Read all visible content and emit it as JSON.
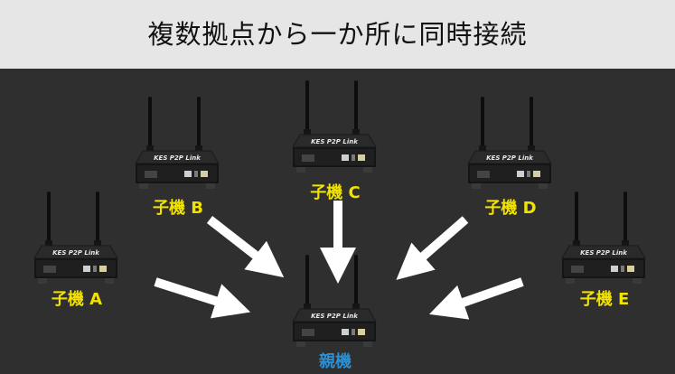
{
  "title": "複数拠点から一か所に同時接続",
  "device_brand": "KES P2P Link",
  "children": [
    {
      "id": "b",
      "label": "子機 B"
    },
    {
      "id": "c",
      "label": "子機 C"
    },
    {
      "id": "d",
      "label": "子機 D"
    },
    {
      "id": "a",
      "label": "子機 A"
    },
    {
      "id": "e",
      "label": "子機 E"
    }
  ],
  "parent": {
    "label": "親機"
  },
  "colors": {
    "child_label": "#f2e200",
    "parent_label": "#2e8fd0",
    "arrow": "#ffffff",
    "background": "#2f2f2f",
    "title_bar": "#e6e6e6"
  }
}
